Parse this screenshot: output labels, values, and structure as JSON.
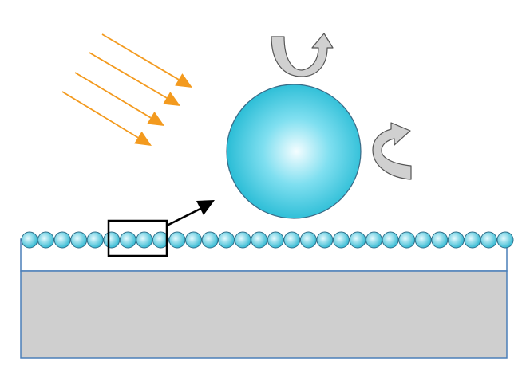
{
  "colors": {
    "background": "#ffffff",
    "light_ray": "#f39a1e",
    "sphere_highlight": "#f4fdff",
    "sphere_mid": "#7fdff0",
    "sphere_edge": "#21b9d3",
    "sphere_outline": "#3a6a86",
    "bead_highlight": "#e8fbff",
    "bead_edge": "#2ab6d0",
    "bead_outline": "#2f6f8a",
    "substrate_fill": "#cfcfcf",
    "substrate_outline": "#4a7fb8",
    "frame_outline": "#000000",
    "curl_arrow_fill": "#d0d0d0",
    "curl_arrow_outline": "#555555"
  },
  "diagram": {
    "light_ray_count": 4,
    "bead_count": 30,
    "highlighted_bead_count": 3,
    "icons": [
      "light-ray-arrow-icon",
      "curved-arrow-icon",
      "pointer-arrow-icon"
    ]
  }
}
